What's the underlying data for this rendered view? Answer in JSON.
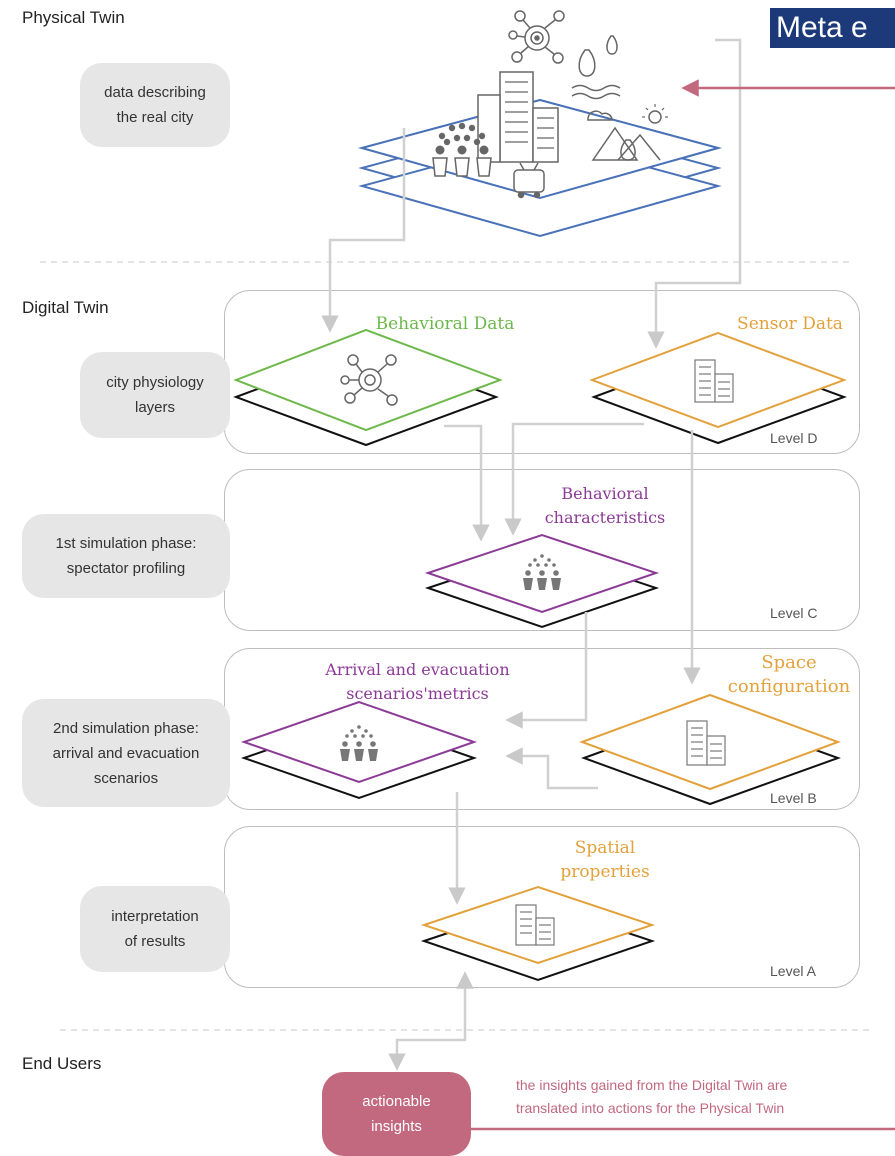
{
  "meta_label": "Meta e",
  "sections": {
    "physical": "Physical Twin",
    "digital": "Digital Twin",
    "end_users": "End Users"
  },
  "side_pills": {
    "real_city": "data describing\nthe real city",
    "physiology": "city physiology\nlayers",
    "sim1": "1st simulation phase:\nspectator profiling",
    "sim2": "2nd simulation phase:\narrival and evacuation\nscenarios",
    "interpretation": "interpretation\nof results"
  },
  "layers": {
    "behavioral_data": "Behavioral Data",
    "sensor_data": "Sensor Data",
    "behavioral_characteristics": "Behavioral\ncharacteristics",
    "arrival_metrics": "Arrival and evacuation\nscenarios'metrics",
    "space_configuration": "Space\nconfiguration",
    "spatial_properties": "Spatial\nproperties"
  },
  "levels": {
    "d": "Level D",
    "c": "Level C",
    "b": "Level B",
    "a": "Level A"
  },
  "end_users": {
    "actionable": "actionable\ninsights",
    "note": "the insights gained from the Digital Twin are\ntranslated into actions for the Physical Twin"
  },
  "colors": {
    "green": "#6db84a",
    "orange": "#e3a13b",
    "purple": "#8b3a96",
    "blue": "#4a72b8",
    "rose": "#c2687f",
    "navy": "#1c3a7a"
  }
}
